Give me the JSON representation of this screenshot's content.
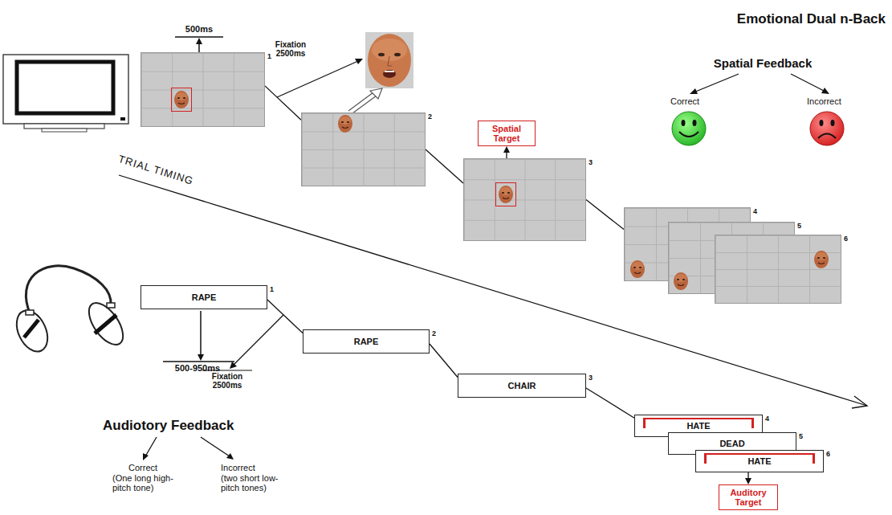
{
  "diagram": {
    "title": "Emotional Dual n-Back",
    "nodes": [
      {
        "text": [
          "1"
        ]
      },
      {
        "text": [
          "2"
        ]
      },
      {
        "text": [
          "3"
        ]
      },
      {
        "text": [
          "Spatial Target"
        ]
      },
      {
        "text": [
          "4"
        ]
      },
      {
        "text": [
          "5"
        ]
      },
      {
        "text": [
          "6"
        ]
      },
      {
        "text": [
          "RAPE",
          "1"
        ]
      },
      {
        "text": [
          "RAPE",
          "2"
        ]
      },
      {
        "text": [
          "CHAIR",
          "3"
        ]
      },
      {
        "text": [
          "HATE",
          "4"
        ]
      },
      {
        "text": [
          "DEAD",
          "5"
        ]
      },
      {
        "text": [
          "HATE",
          "6"
        ]
      },
      {
        "text": [
          "Auditory Target"
        ]
      }
    ],
    "edges": [
      {
        "from": 0,
        "to": 1,
        "arrow": "none"
      },
      {
        "from": 1,
        "to": 2,
        "arrow": "none"
      },
      {
        "from": 2,
        "to": 3,
        "arrow": "to"
      },
      {
        "from": 2,
        "to": 4,
        "arrow": "none"
      },
      {
        "from": 7,
        "to": 8,
        "arrow": "none"
      },
      {
        "from": 8,
        "to": 9,
        "arrow": "none"
      },
      {
        "from": 9,
        "to": 10,
        "arrow": "none"
      },
      {
        "from": 12,
        "to": 13,
        "arrow": "to"
      }
    ],
    "labels": [
      "500ms",
      "Fixation 2500ms",
      "TRIAL TIMING",
      "Spatial Feedback",
      "Correct",
      "Incorrect",
      "500-950ms",
      "Fixation 2500ms",
      "Audiotory Feedback",
      "Correct",
      "(One long high-pitch tone)",
      "Incorrect",
      "(two short low-pitch tones)"
    ]
  }
}
